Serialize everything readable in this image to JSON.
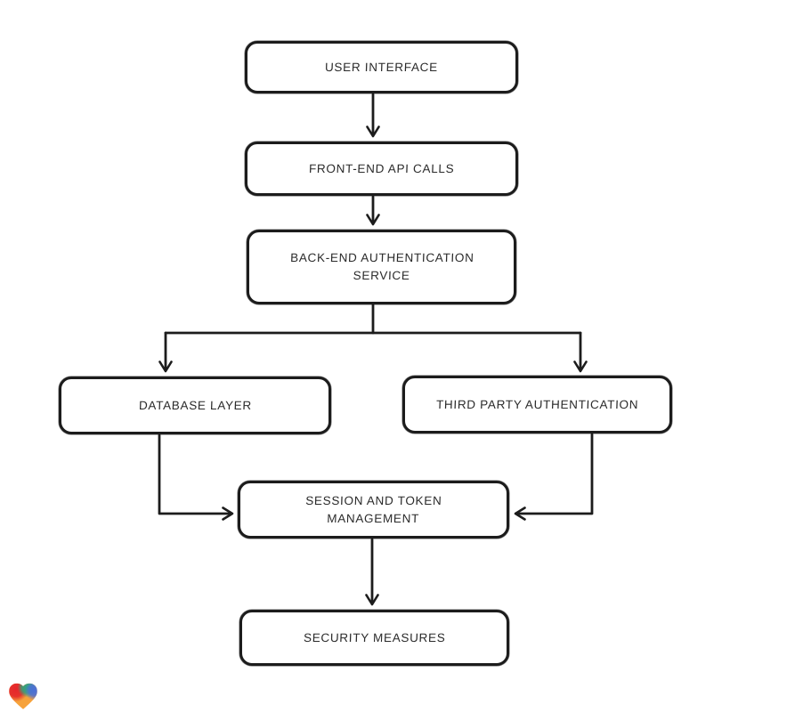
{
  "page": {
    "background_color": "#ffffff"
  },
  "diagram": {
    "type": "flowchart",
    "direction": "top-down",
    "nodes": [
      {
        "id": "user-interface",
        "label": "USER INTERFACE"
      },
      {
        "id": "front-end-api-calls",
        "label": "FRONT-END API CALLS"
      },
      {
        "id": "back-end-authentication-service",
        "label": "BACK-END AUTHENTICATION SERVICE"
      },
      {
        "id": "database-layer",
        "label": "DATABASE LAYER"
      },
      {
        "id": "third-party-authentication",
        "label": "THIRD PARTY AUTHENTICATION"
      },
      {
        "id": "session-and-token-management",
        "label": "SESSION AND TOKEN MANAGEMENT"
      },
      {
        "id": "security-measures",
        "label": "SECURITY MEASURES"
      }
    ],
    "edges": [
      {
        "from": "user-interface",
        "to": "front-end-api-calls",
        "arrow": "down"
      },
      {
        "from": "front-end-api-calls",
        "to": "back-end-authentication-service",
        "arrow": "down"
      },
      {
        "from": "back-end-authentication-service",
        "to": "database-layer",
        "arrow": "branch-left-down"
      },
      {
        "from": "back-end-authentication-service",
        "to": "third-party-authentication",
        "arrow": "branch-right-down"
      },
      {
        "from": "database-layer",
        "to": "session-and-token-management",
        "arrow": "down-then-right"
      },
      {
        "from": "third-party-authentication",
        "to": "session-and-token-management",
        "arrow": "down-then-left"
      },
      {
        "from": "session-and-token-management",
        "to": "security-measures",
        "arrow": "down"
      }
    ],
    "style": {
      "node_fill": "#ffffff",
      "node_stroke": "#1c1c1c",
      "edge_stroke": "#1c1c1c",
      "text_color": "#2b2b2b",
      "look": "hand-drawn"
    }
  },
  "footer": {
    "logo_icon": "heart-logo-icon",
    "logo_colors": {
      "red": "#e5262b",
      "orange": "#f6a23b",
      "teal": "#2aa87e",
      "blue": "#4a6fd8"
    }
  }
}
